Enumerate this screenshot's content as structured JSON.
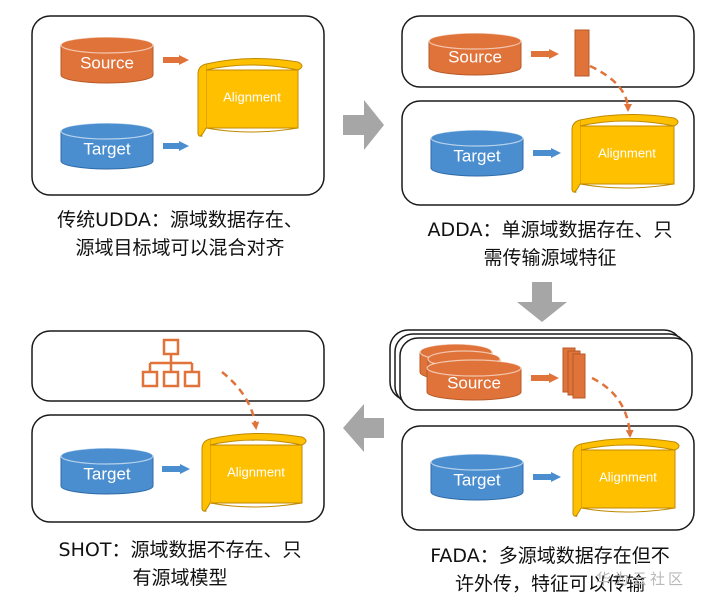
{
  "colors": {
    "source_fill": "#e0733a",
    "source_stroke": "#b85a28",
    "target_fill": "#4a8ed0",
    "target_stroke": "#2f6aa8",
    "alignment_fill": "#ffc000",
    "alignment_stroke": "#c08a00",
    "arrow_orange": "#e0733a",
    "arrow_blue": "#4a8ed0",
    "big_arrow_gray": "#a6a6a6",
    "box_stroke": "#1a1a1a",
    "network_icon": "#e0733a"
  },
  "icons": {
    "feature": "feature-block-icon",
    "model": "network-hierarchy-icon"
  },
  "panels": {
    "udda": {
      "source_label": "Source",
      "target_label": "Target",
      "alignment_label": "Alignment",
      "caption_line1": "传统UDDA：源域数据存在、",
      "caption_line2": "源域目标域可以混合对齐"
    },
    "adda": {
      "source_label": "Source",
      "target_label": "Target",
      "alignment_label": "Alignment",
      "caption_line1": "ADDA：单源域数据存在、只",
      "caption_line2": "需传输源域特征"
    },
    "fada": {
      "source_label": "Source",
      "target_label": "Target",
      "alignment_label": "Alignment",
      "caption_line1": "FADA：多源域数据存在但不",
      "caption_line2": "许外传，特征可以传输"
    },
    "shot": {
      "target_label": "Target",
      "alignment_label": "Alignment",
      "caption_line1": "SHOT：源域数据不存在、只",
      "caption_line2": "有源域模型"
    }
  },
  "watermark": "华为云社区"
}
